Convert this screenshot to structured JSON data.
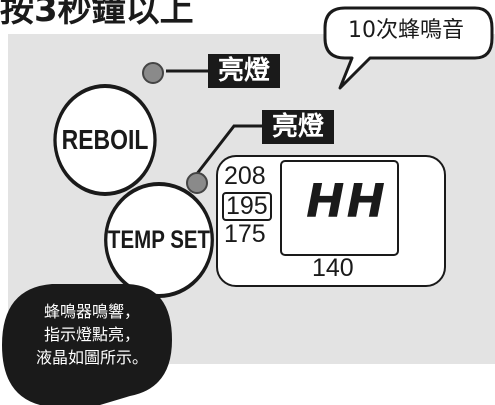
{
  "headline": "按3秒鐘以上",
  "callout": {
    "text": "10次蜂鳴音"
  },
  "tags": {
    "top": "亮燈",
    "middle": "亮燈"
  },
  "buttons": {
    "reboil": "REBOIL",
    "temp_set": "TEMP SET"
  },
  "display": {
    "temps": [
      "208",
      "195",
      "175"
    ],
    "selected": "195",
    "bottom": "140",
    "screen_text": "HH"
  },
  "note": {
    "lines": [
      "蜂鳴器鳴響，",
      "指示燈點亮，",
      "液晶如圖所示。"
    ]
  },
  "colors": {
    "panel": "#e3e3e3",
    "ink": "#1a1a1a",
    "led": "#8a8a8a"
  }
}
